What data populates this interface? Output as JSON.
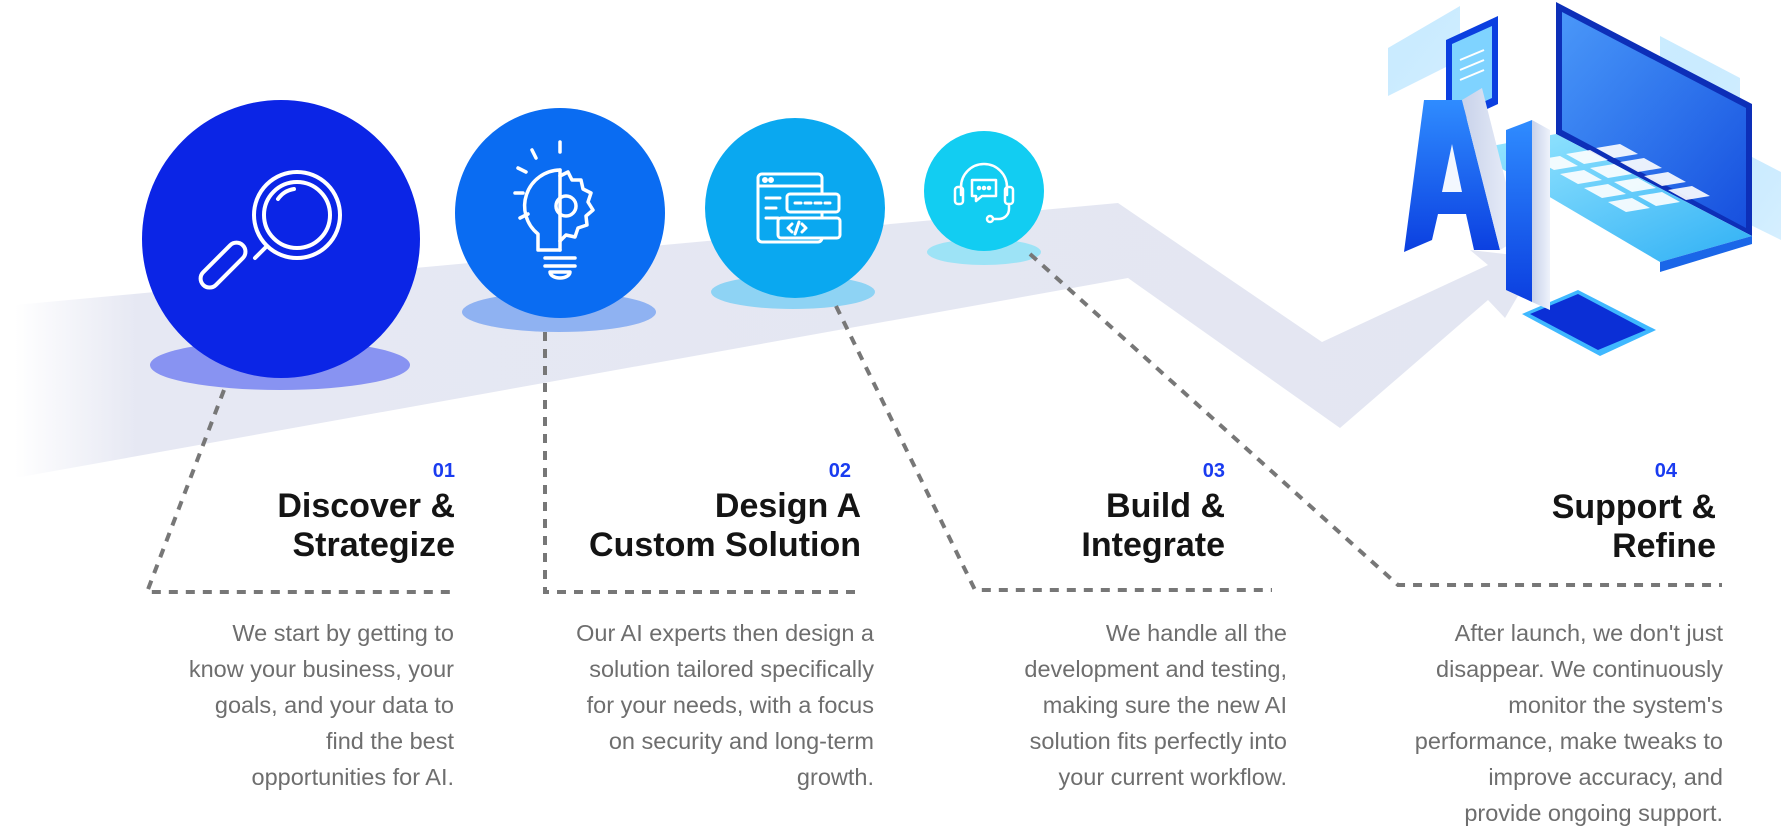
{
  "hero": {
    "logo_text": "AI"
  },
  "steps": [
    {
      "number": "01",
      "title_lines": [
        "Discover &",
        "Strategize"
      ],
      "description_lines": [
        "We start by getting to",
        "know your business, your",
        "goals, and your data to",
        "find the best",
        "opportunities for AI."
      ],
      "icon": "magnifier-icon",
      "color": "#0b25e6"
    },
    {
      "number": "02",
      "title_lines": [
        "Design A",
        "Custom Solution"
      ],
      "description_lines": [
        "Our AI experts then design a",
        "solution tailored specifically",
        "for your needs, with a focus",
        "on security and long-term",
        "growth."
      ],
      "icon": "lightbulb-gear-icon",
      "color": "#0a6cf2"
    },
    {
      "number": "03",
      "title_lines": [
        "Build &",
        "Integrate"
      ],
      "description_lines": [
        "We handle all the",
        "development and testing,",
        "making sure the new AI",
        "solution fits perfectly into",
        "your current workflow."
      ],
      "icon": "code-window-icon",
      "color": "#0aa8f0"
    },
    {
      "number": "04",
      "title_lines": [
        "Support &",
        "Refine"
      ],
      "description_lines": [
        "After launch, we don't just",
        "disappear. We continuously",
        "monitor the system's",
        "performance, make tweaks to",
        "improve accuracy, and",
        "provide ongoing support."
      ],
      "icon": "headset-support-icon",
      "color": "#12cdf2"
    }
  ]
}
